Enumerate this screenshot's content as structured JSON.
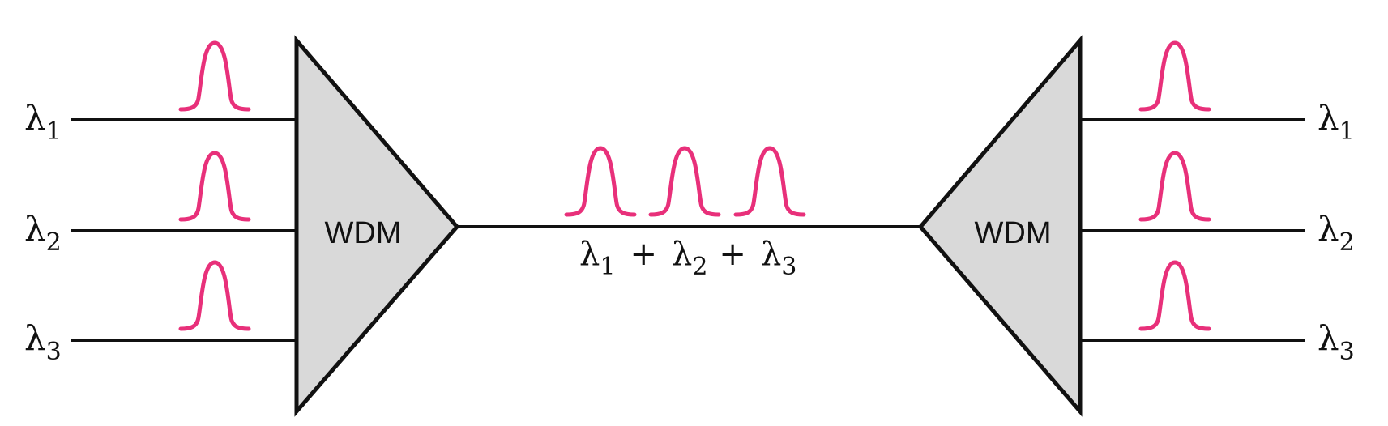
{
  "colors": {
    "line": "#111111",
    "mux_fill": "#d9d9d9",
    "pulse": "#e8307a"
  },
  "icons": [
    "wavelength-pulse-icon"
  ],
  "multiplexer": {
    "label": "WDM"
  },
  "demultiplexer": {
    "label": "WDM"
  },
  "inputs": [
    {
      "symbol": "λ",
      "sub": "1"
    },
    {
      "symbol": "λ",
      "sub": "2"
    },
    {
      "symbol": "λ",
      "sub": "3"
    }
  ],
  "outputs": [
    {
      "symbol": "λ",
      "sub": "1"
    },
    {
      "symbol": "λ",
      "sub": "2"
    },
    {
      "symbol": "λ",
      "sub": "3"
    }
  ],
  "link": {
    "terms": [
      {
        "symbol": "λ",
        "sub": "1"
      },
      {
        "symbol": "λ",
        "sub": "2"
      },
      {
        "symbol": "λ",
        "sub": "3"
      }
    ],
    "operator": "+"
  }
}
